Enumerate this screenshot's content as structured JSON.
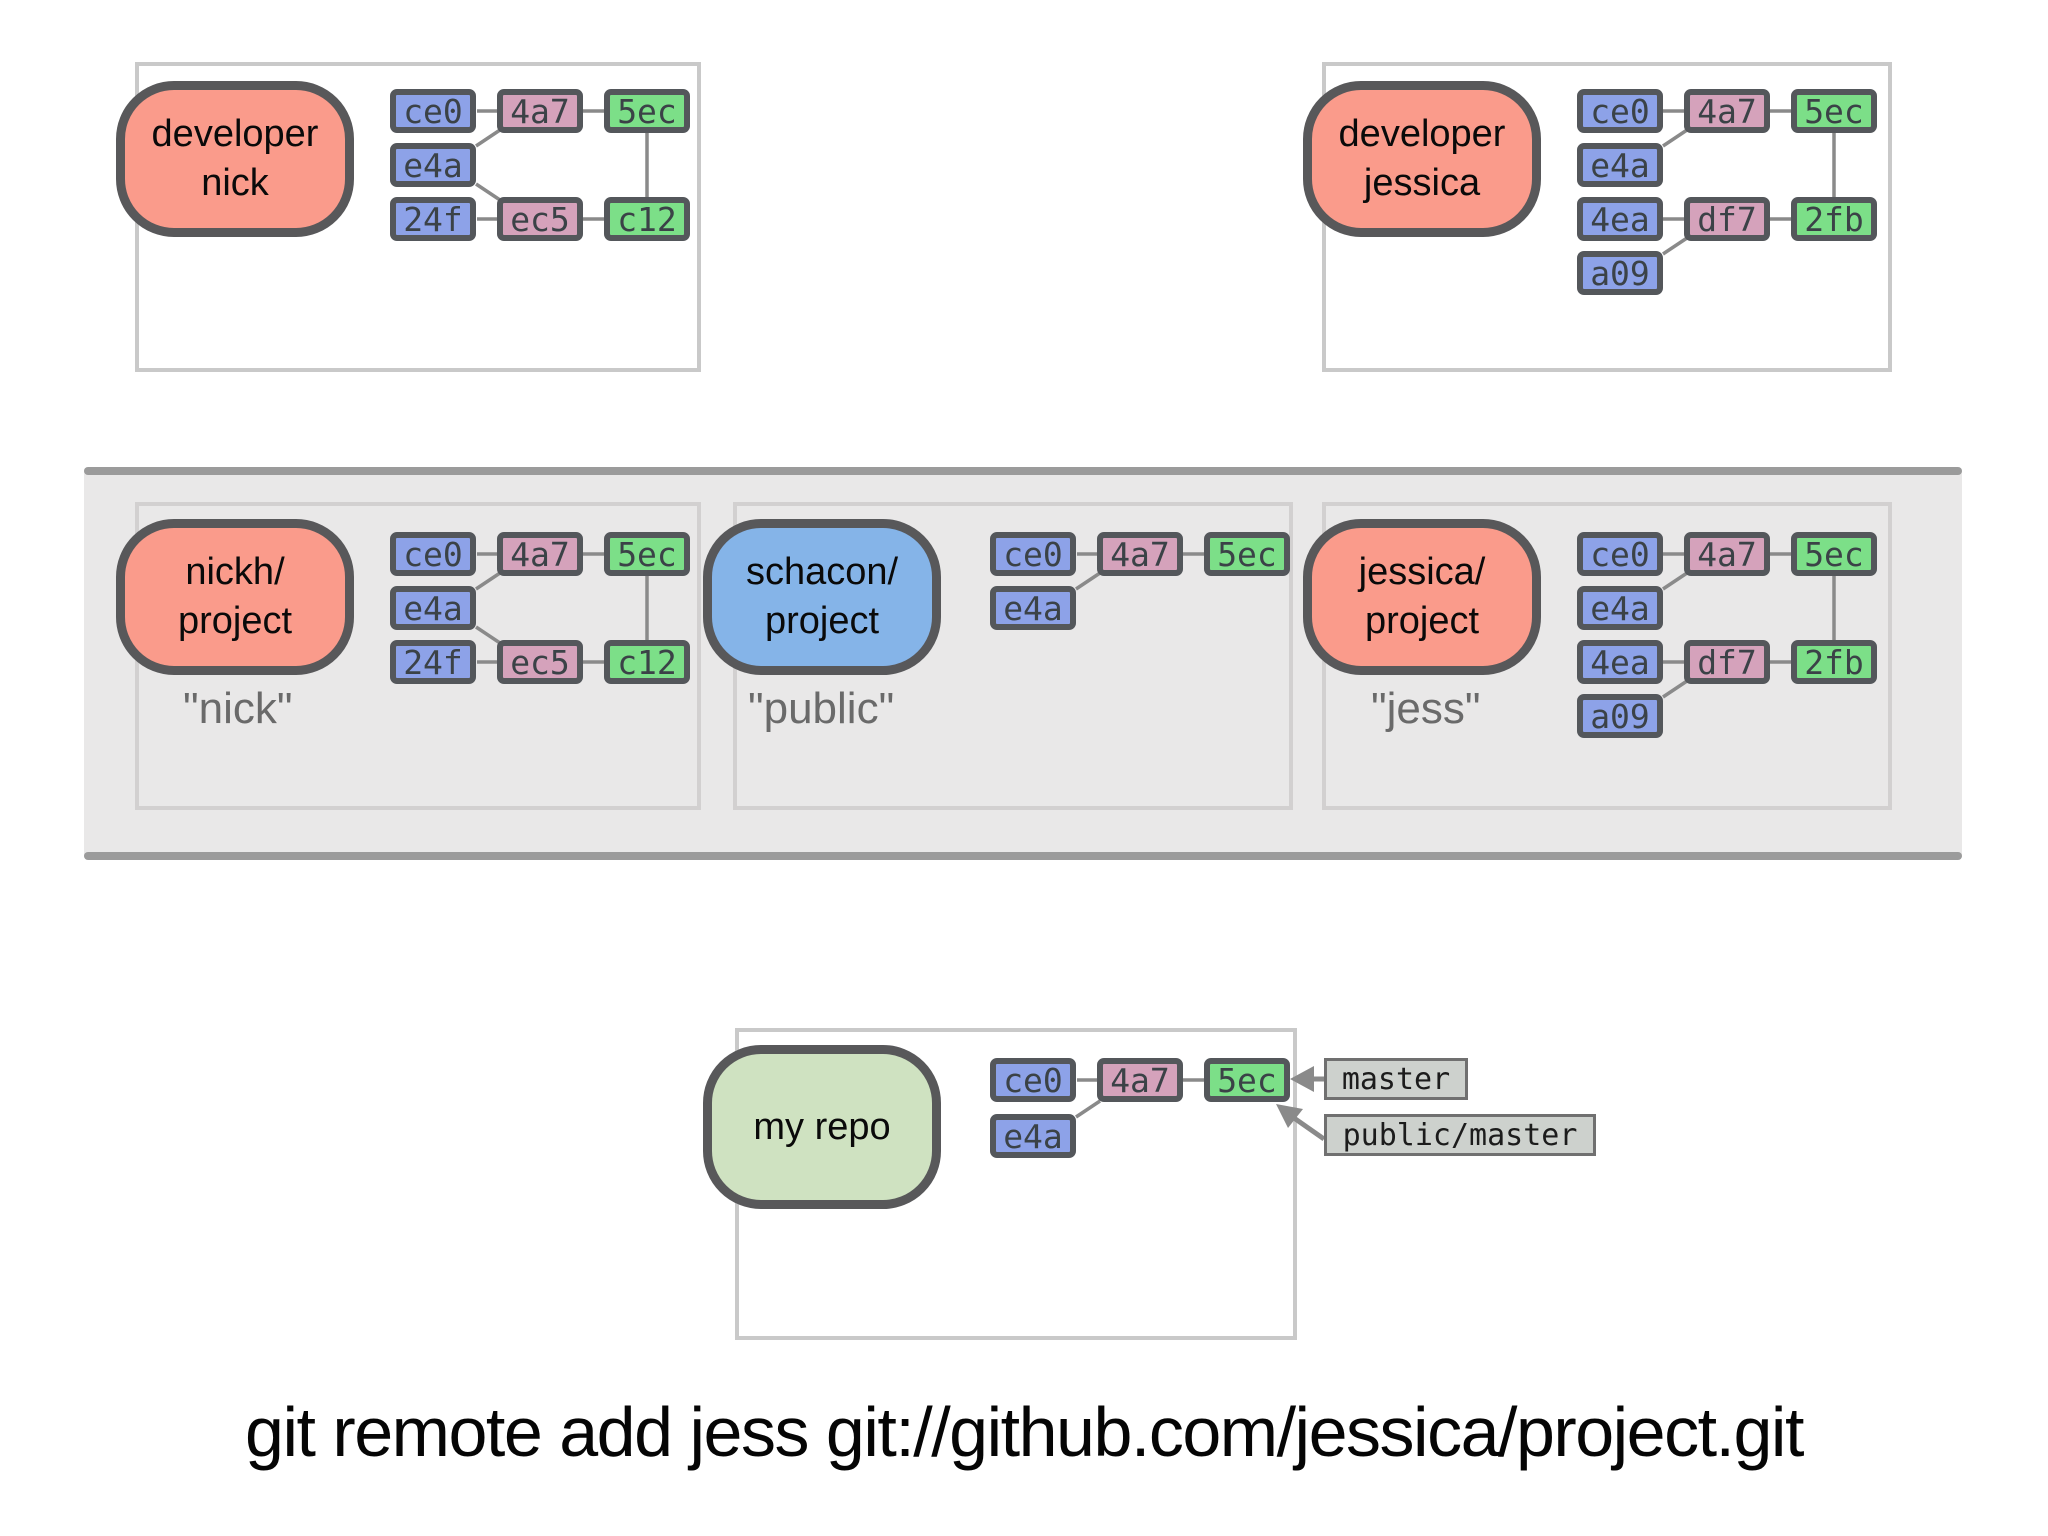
{
  "caption": "git remote add jess git://github.com/jessica/project.git",
  "colors": {
    "commit_blue": "#8DA2E8",
    "commit_pink": "#D5A2BB",
    "commit_green": "#7CDF88",
    "commit_border": "#54575B",
    "commit_text": "#3B4247",
    "repo_red": "#FA9B8B",
    "repo_blue": "#85B4E8",
    "repo_green": "#CFE2C1",
    "capsule_border": "#58585A",
    "panel_border": "#C9C9C9",
    "panel_border_mid": "#D2D0D0",
    "band_fill": "#E9E8E8",
    "band_line": "#9B9B9B",
    "edge": "#8A8A8A",
    "ref_fill": "#CDD1CD",
    "ref_border": "#707070",
    "tag_color": "#6A6A6A"
  },
  "panels": [
    {
      "id": "developer-nick",
      "title": "developer\nnick",
      "tag": "",
      "commits": [
        "ce0",
        "4a7",
        "5ec",
        "e4a",
        "24f",
        "ec5",
        "c12"
      ]
    },
    {
      "id": "developer-jessica",
      "title": "developer\njessica",
      "tag": "",
      "commits": [
        "ce0",
        "4a7",
        "5ec",
        "e4a",
        "4ea",
        "df7",
        "2fb",
        "a09"
      ]
    },
    {
      "id": "nickh-project",
      "title": "nickh/\nproject",
      "tag": "\"nick\"",
      "commits": [
        "ce0",
        "4a7",
        "5ec",
        "e4a",
        "24f",
        "ec5",
        "c12"
      ]
    },
    {
      "id": "schacon-project",
      "title": "schacon/\nproject",
      "tag": "\"public\"",
      "commits": [
        "ce0",
        "4a7",
        "5ec",
        "e4a"
      ]
    },
    {
      "id": "jessica-project",
      "title": "jessica/\nproject",
      "tag": "\"jess\"",
      "commits": [
        "ce0",
        "4a7",
        "5ec",
        "e4a",
        "4ea",
        "df7",
        "2fb",
        "a09"
      ]
    },
    {
      "id": "my-repo",
      "title": "my repo",
      "tag": "",
      "commits": [
        "ce0",
        "4a7",
        "5ec",
        "e4a"
      ]
    }
  ],
  "refs": [
    {
      "label": "master"
    },
    {
      "label": "public/master"
    }
  ]
}
